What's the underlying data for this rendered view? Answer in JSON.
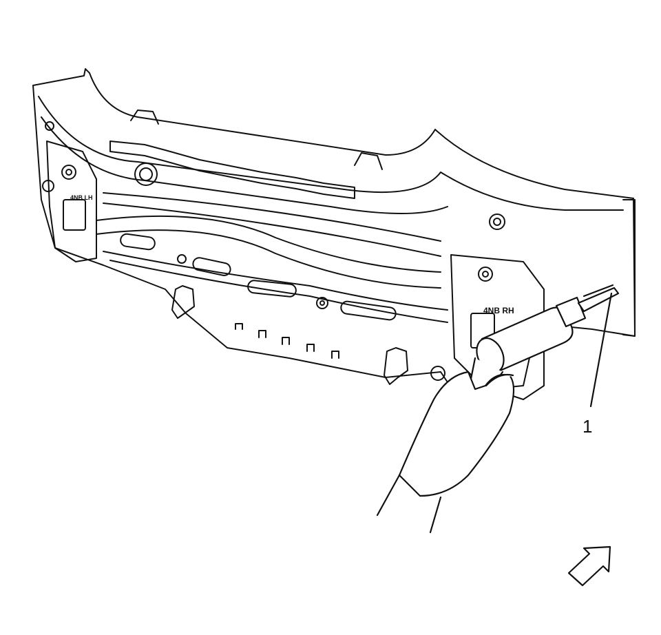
{
  "illustration": {
    "callout_label": "1",
    "left_mount_label": "4NB LH",
    "right_mount_label": "4NB RH",
    "arrow_icon": "direction-arrow-icon",
    "stroke_color": "#111111",
    "background_color": "#ffffff"
  }
}
